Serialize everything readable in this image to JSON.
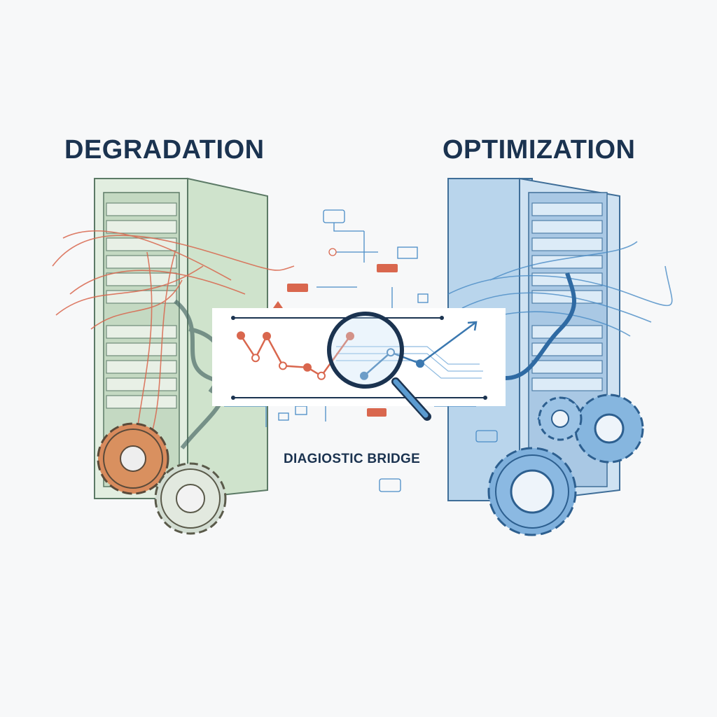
{
  "titles": {
    "left": "DEGRADATION",
    "right": "OPTIMIZATION"
  },
  "bridge_label": "DIAGIOSTIC BRIDGE",
  "colors": {
    "navy": "#1b3350",
    "rust": "#d9674e",
    "blue": "#3b78b0",
    "green_server": "#cfe3cc",
    "blue_server": "#b9d5ec"
  },
  "chart_data": {
    "type": "line",
    "series": [
      {
        "name": "degradation",
        "color": "#d9674e",
        "values": [
          76,
          36,
          75,
          22,
          19,
          4,
          75
        ]
      },
      {
        "name": "optimization",
        "color": "#3b78b0",
        "values": [
          4,
          46,
          26,
          100
        ]
      }
    ],
    "ylim": [
      0,
      100
    ]
  }
}
